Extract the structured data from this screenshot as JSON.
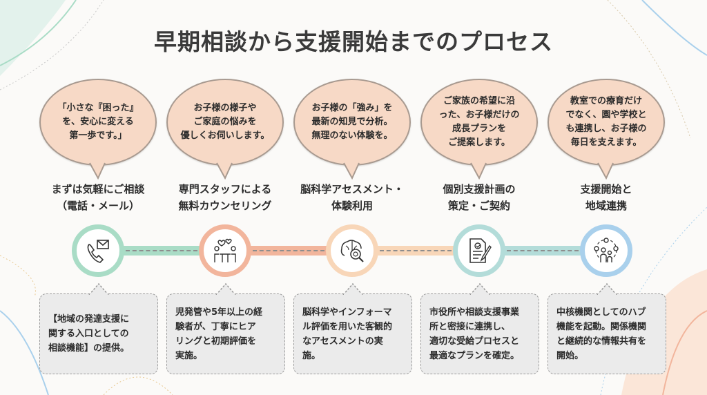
{
  "title": "早期相談から支援開始までのプロセス",
  "colors": {
    "bubble_fill": "#f7d9c6",
    "box_fill": "#ebebeb",
    "step_colors": [
      "#a9dcc6",
      "#f2b59c",
      "#f8d6b8",
      "#b3dcd9",
      "#a9d0ec"
    ]
  },
  "steps": [
    {
      "bubble": "「小さな『困った』\nを、安心に変える\n第一歩です。」",
      "title": "まずは気軽にご相談\n（電話・メール）",
      "icon": "phone-mail-icon",
      "detail": "【地域の発達支援に\n関する入口としての\n相談機能】の提供。"
    },
    {
      "bubble": "お子様の様子や\nご家庭の悩みを\n優しくお伺いします。",
      "title": "専門スタッフによる\n無料カウンセリング",
      "icon": "counseling-icon",
      "detail": "児発管や5年以上の経\n験者が、丁寧にヒア\nリングと初期評価を\n実施。"
    },
    {
      "bubble": "お子様の「強み」を\n最新の知見で分析。\n無理のない体験を。",
      "title": "脳科学アセスメント・\n体験利用",
      "icon": "brain-magnifier-icon",
      "detail": "脳科学やインフォーマ\nル評価を用いた客観的\nなアセスメントの実\n施。"
    },
    {
      "bubble": "ご家族の希望に沿\nった、お子様だけの\n成長プランを\nご提案します。",
      "title": "個別支援計画の\n策定・ご契約",
      "icon": "document-sign-icon",
      "detail": "市役所や相談支援事業\n所と密接に連携し、\n適切な受給プロセスと\n最適なプランを確定。"
    },
    {
      "bubble": "教室での療育だけ\nでなく、園や学校と\nも連携し、お子様の\n毎日を支えます。",
      "title": "支援開始と\n地域連携",
      "icon": "community-network-icon",
      "detail": "中核機関としてのハブ\n機能を起動。関係機関\nと継続的な情報共有を\n開始。"
    }
  ]
}
